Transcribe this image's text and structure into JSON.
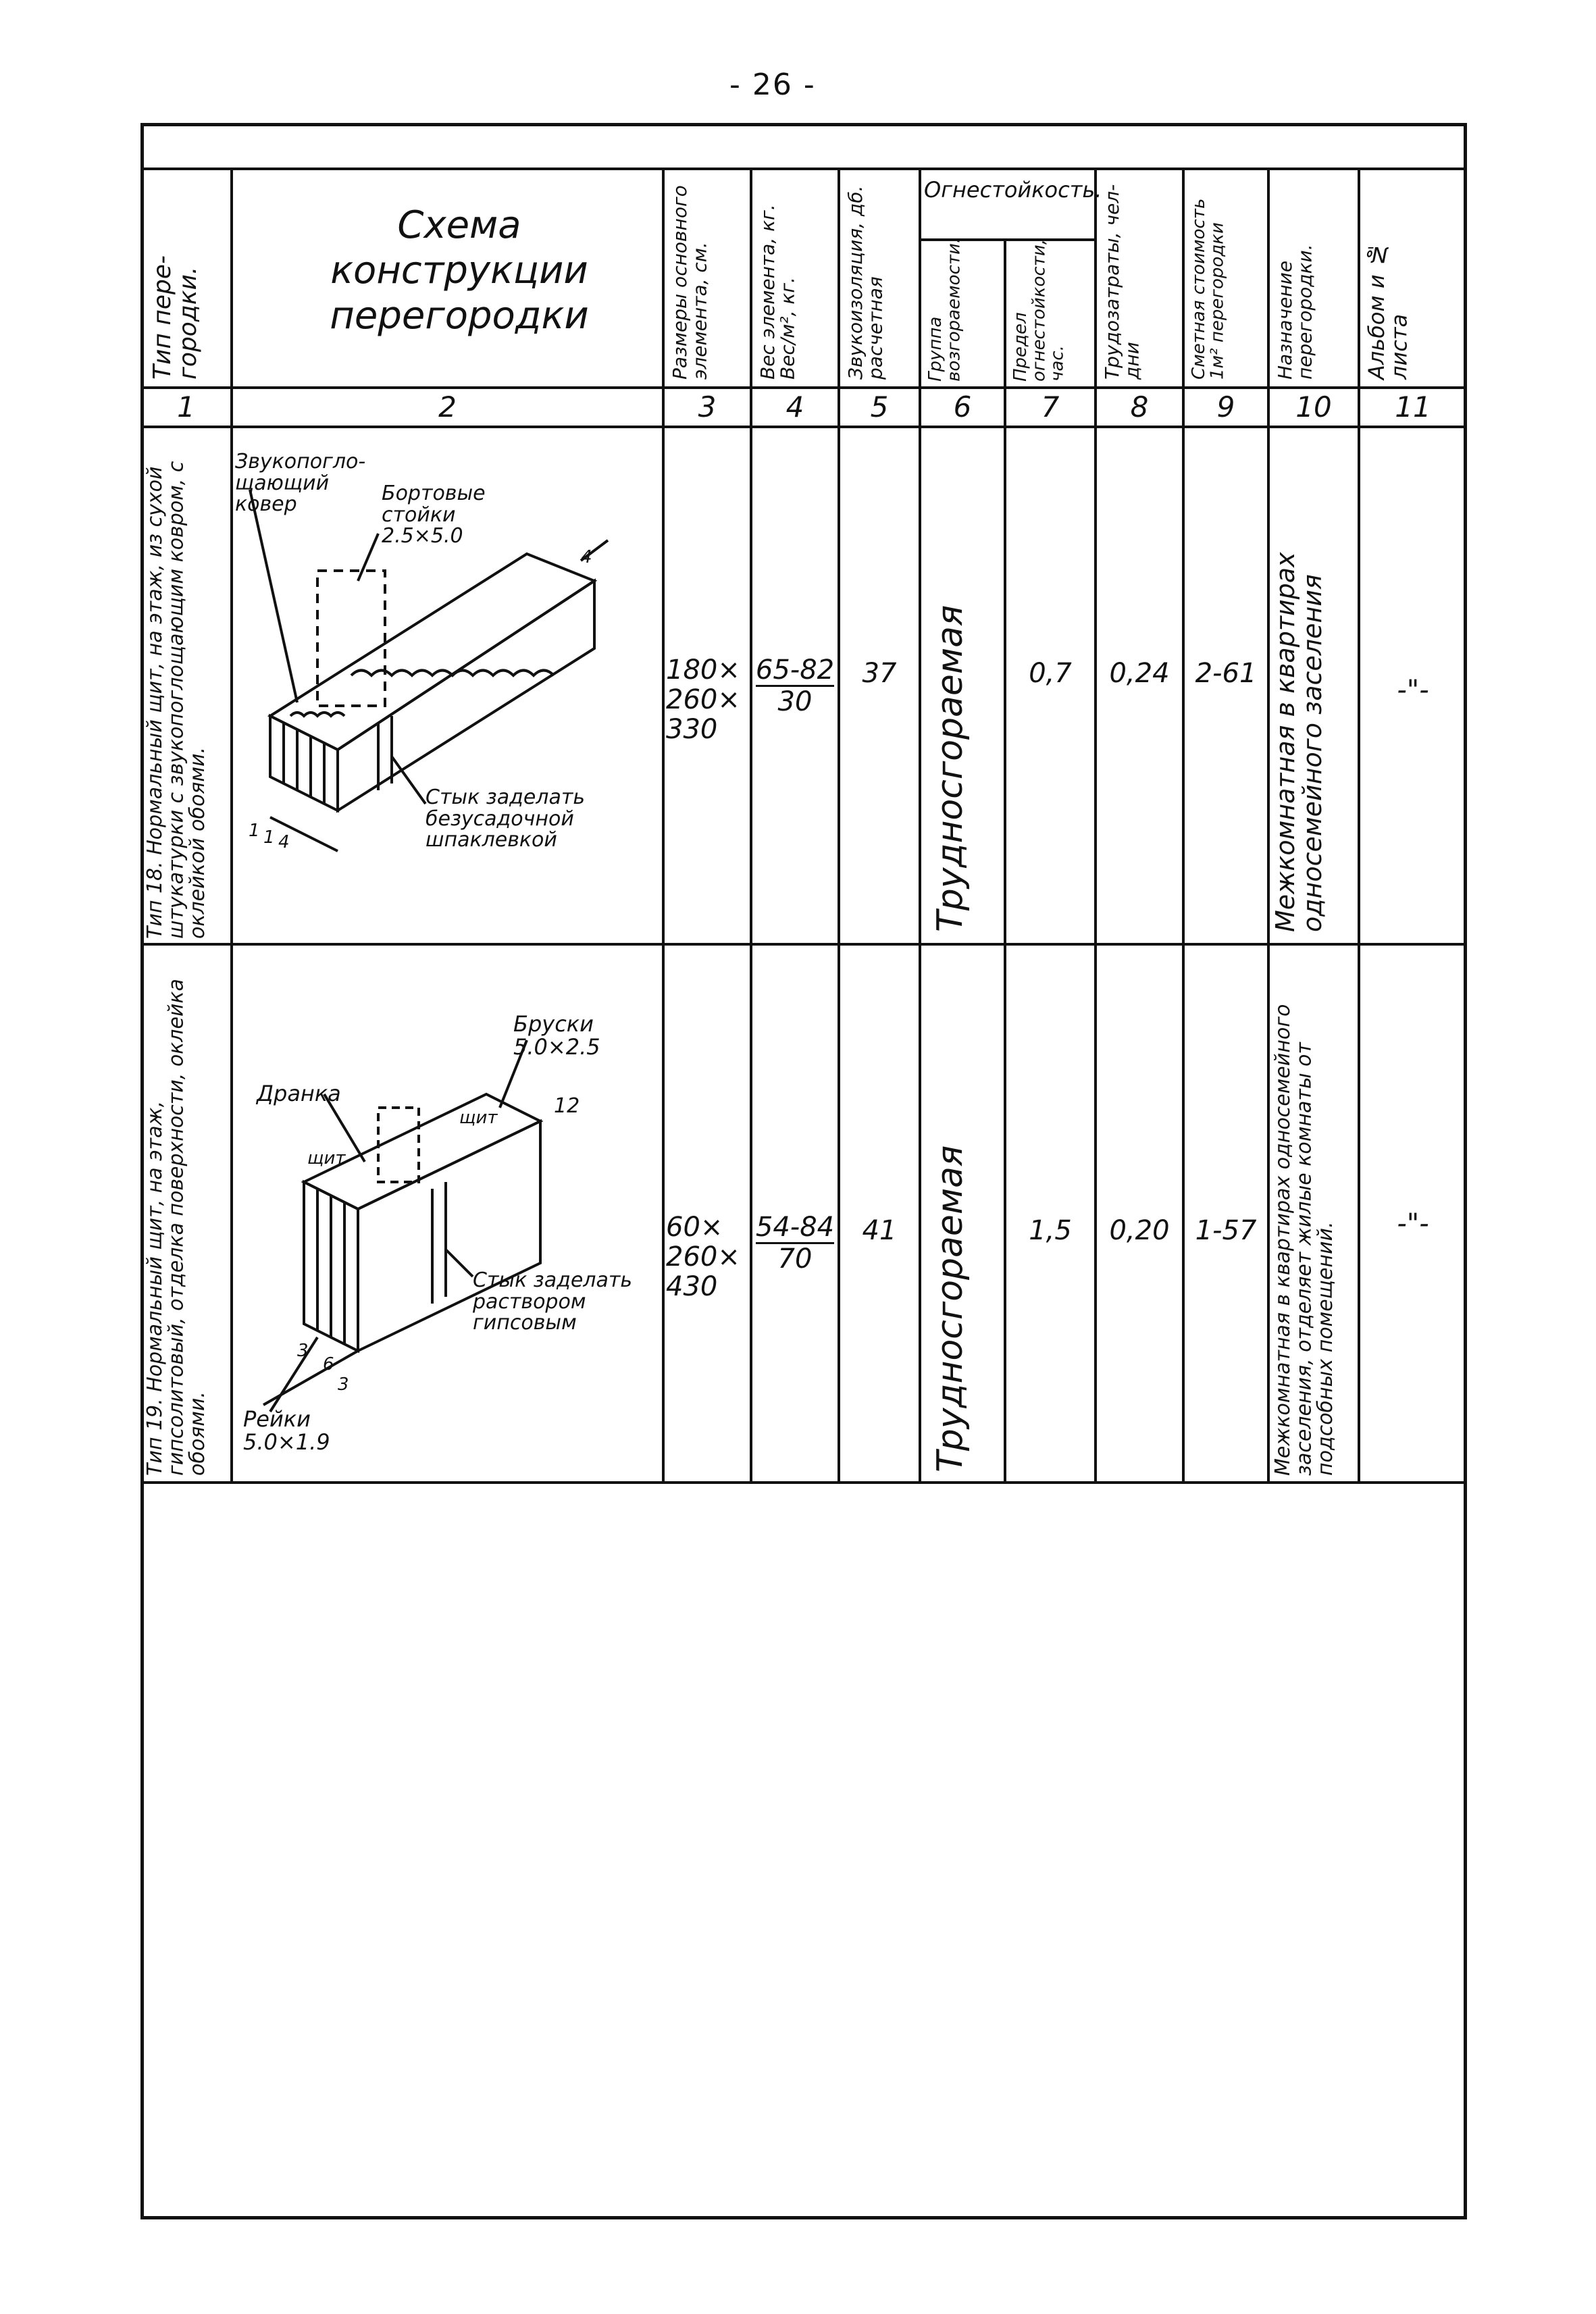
{
  "page_number": "- 26 -",
  "table": {
    "headers": [
      "Тип пере-городки.",
      "Схема\nконструкции\nперегородки",
      "Размеры основного элемента, см.",
      "Вес элемента, кг. Вес/м², кг.",
      "Звукоизоляция, дб. расчетная",
      "Огнестойкость.",
      "Группа возгораемости.",
      "Предел огнестойкости, час.",
      "Трудозатраты, чел-дни",
      "Сметная стоимость 1м² перегородки",
      "Назначение перегородки.",
      "Альбом и № листа"
    ],
    "column_numbers": [
      "1",
      "2",
      "3",
      "4",
      "5",
      "6",
      "7",
      "8",
      "9",
      "10",
      "11"
    ],
    "rows": [
      {
        "type": "Тип 18. Нормальный щит, на этаж, из сухой штукатурки с звукопоглощающим ковром, с оклейкой обоями.",
        "labels": [
          "Звукопогло-щающий ковер",
          "Бортовые стойки 2.5×5.0",
          "Стык заделать безусадочной шпаклевкой"
        ],
        "dim_labels": [
          "4",
          "1",
          "1",
          "4"
        ],
        "size": [
          "180×",
          "260×",
          "330"
        ],
        "weight_top": "65-82",
        "weight_bottom": "30",
        "sound": "37",
        "combustibility": "Трудносгораемая",
        "fire_limit": "0,7",
        "labor": "0,24",
        "cost": "2-61",
        "purpose": "Межкомнатная в квартирах односемейного заселения",
        "album": "-\"-"
      },
      {
        "type": "Тип 19. Нормальный щит, на этаж, гипсолитовый, отделка поверхности, оклейка обоями.",
        "labels": [
          "Бруски 5.0×2.5",
          "Дранка",
          "щит",
          "щит",
          "Стык заделать раствором гипсовым",
          "Рейки 5.0×1.9"
        ],
        "dim_labels": [
          "12",
          "3",
          "6",
          "3"
        ],
        "size": [
          "60×",
          "260×",
          "430"
        ],
        "weight_top": "54-84",
        "weight_bottom": "70",
        "sound": "41",
        "combustibility": "Трудносгораемая",
        "fire_limit": "1,5",
        "labor": "0,20",
        "cost": "1-57",
        "purpose": "Межкомнатная в квартирах односемейного заселения, отделяет жилые комнаты от подсобных помещений.",
        "album": "-\"-"
      }
    ]
  }
}
